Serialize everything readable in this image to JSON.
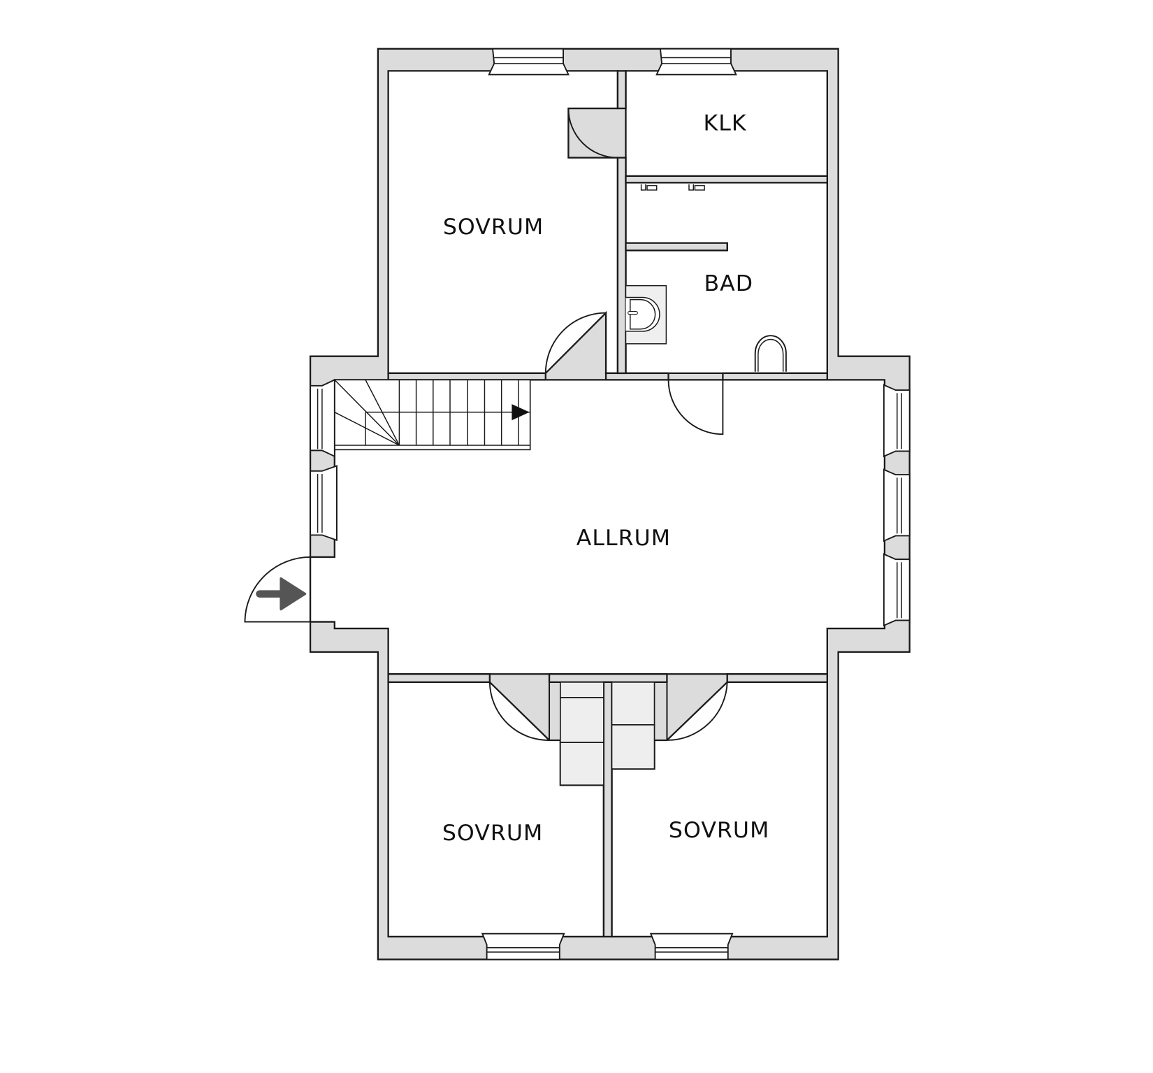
{
  "plan": {
    "colors": {
      "wall_fill": "#dcdcdc",
      "line": "#1a1a1a",
      "entrance_arrow": "#555555",
      "background": "#ffffff"
    },
    "rooms": [
      {
        "id": "sovrum-1",
        "label": "SOVRUM"
      },
      {
        "id": "klk",
        "label": "KLK"
      },
      {
        "id": "bad",
        "label": "BAD"
      },
      {
        "id": "allrum",
        "label": "ALLRUM"
      },
      {
        "id": "sovrum-2",
        "label": "SOVRUM"
      },
      {
        "id": "sovrum-3",
        "label": "SOVRUM"
      }
    ],
    "icons": {
      "entrance": "entrance-arrow-icon",
      "stairs": "stairs-direction-arrow-icon"
    }
  }
}
